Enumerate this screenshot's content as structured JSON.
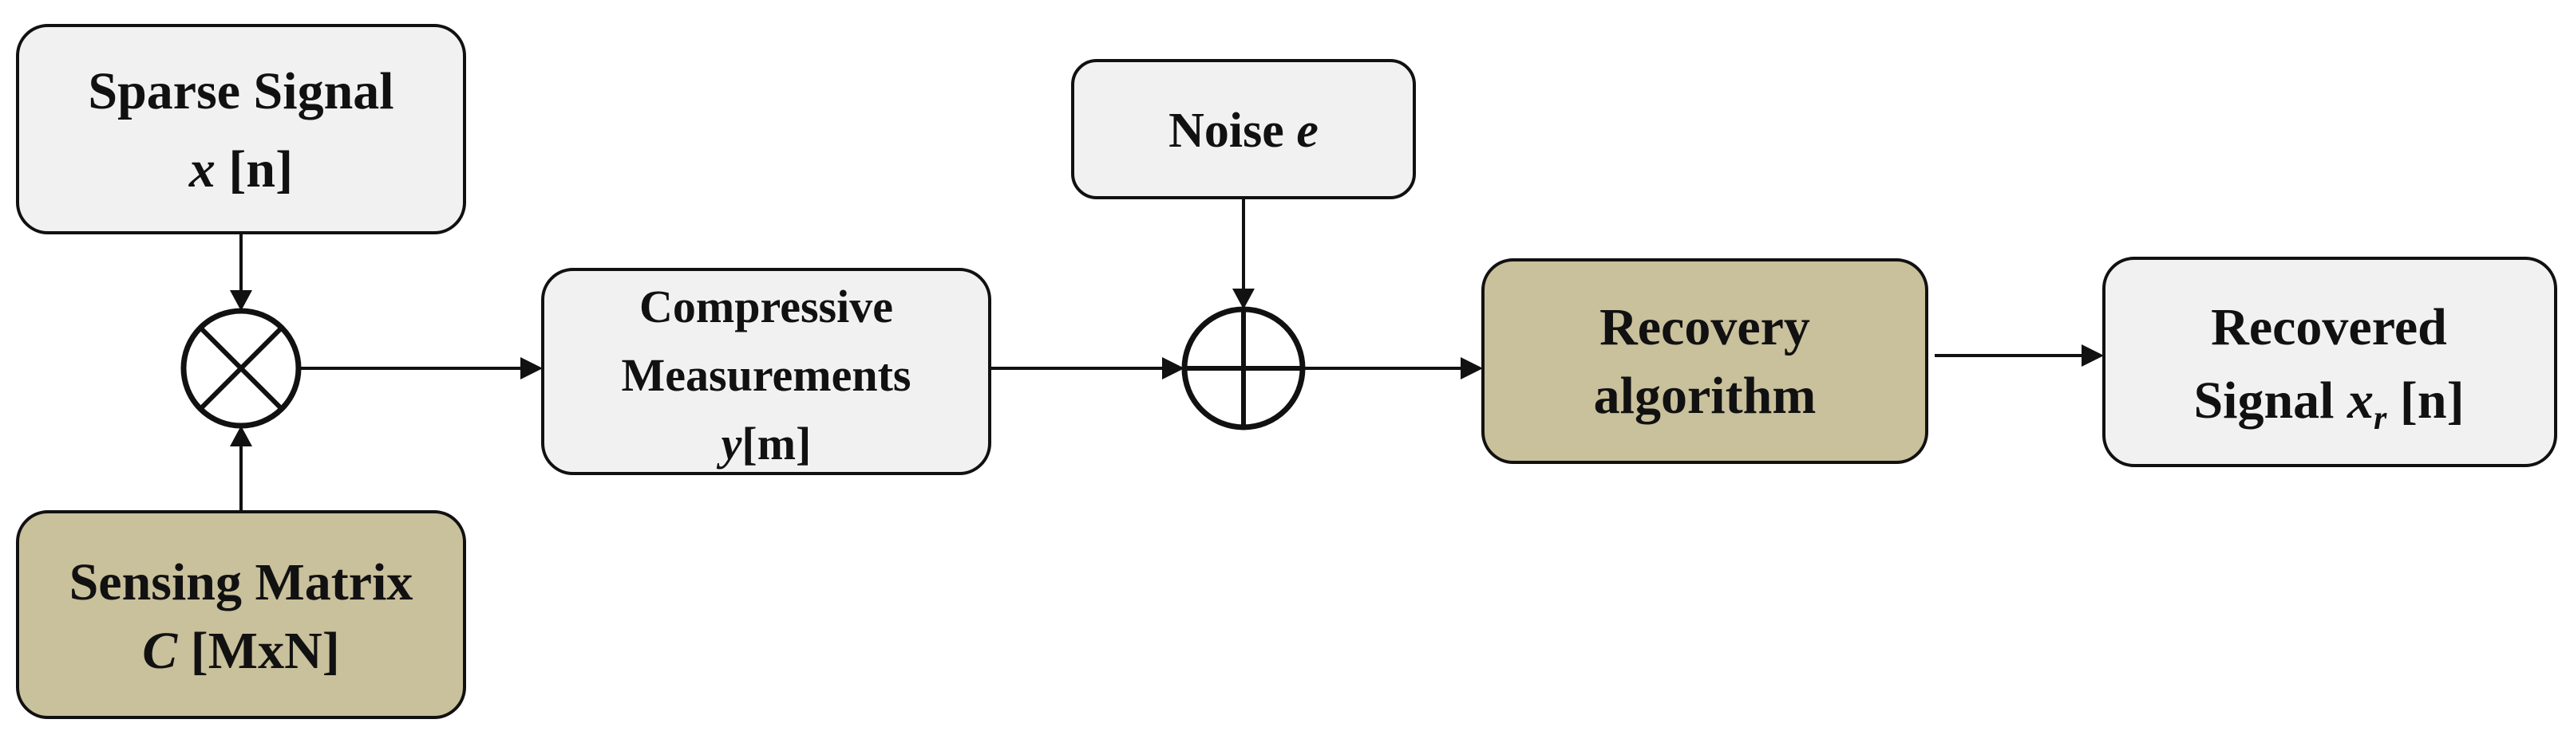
{
  "blocks": {
    "sparse_signal": {
      "line1": "Sparse Signal",
      "symbol": "x",
      "line2_rest": " [n]"
    },
    "sensing_matrix": {
      "line1": "Sensing Matrix",
      "symbol": "C",
      "line2_rest": " [MxN]"
    },
    "compressive": {
      "line1": "Compressive",
      "line2": "Measurements",
      "symbol": "y",
      "line3_rest": "[m]"
    },
    "noise": {
      "label": "Noise ",
      "symbol": "e"
    },
    "recovery": {
      "line1": "Recovery",
      "line2": "algorithm"
    },
    "recovered": {
      "line1": "Recovered",
      "line2_prefix": "Signal ",
      "symbol": "x",
      "subscript": "r",
      "line2_rest": " [n]"
    }
  },
  "colors": {
    "light_fill": "#f1f1f1",
    "dark_fill": "#c9c09c",
    "stroke": "#111111"
  },
  "operators": {
    "multiply": "multiply-symbol",
    "add": "add-symbol"
  }
}
